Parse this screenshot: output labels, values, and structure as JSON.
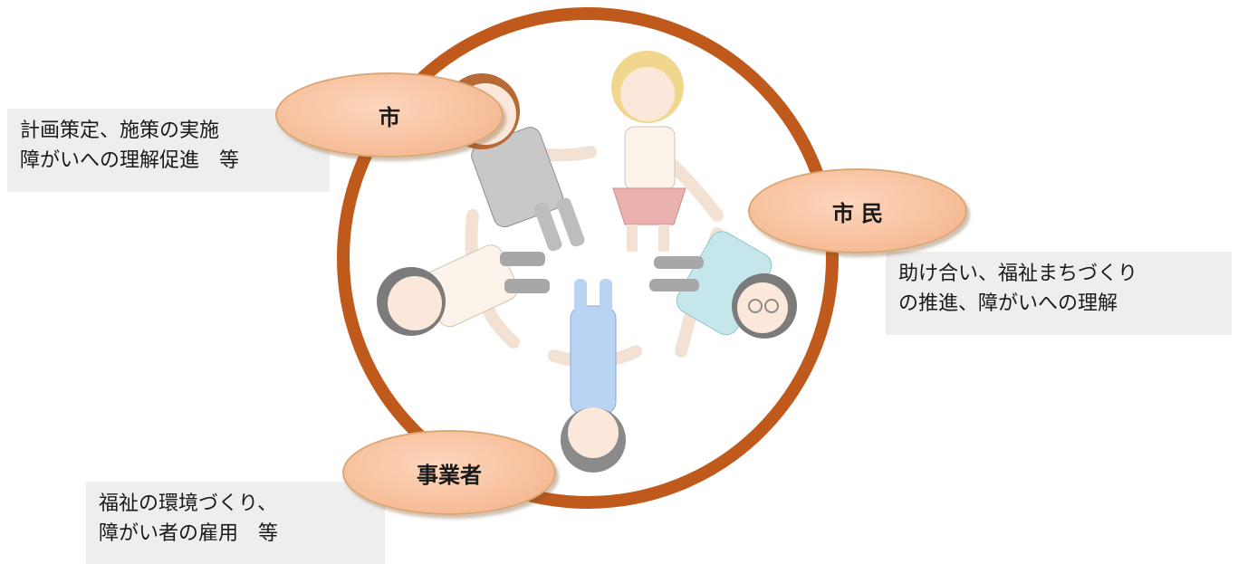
{
  "diagram": {
    "actors": {
      "city": {
        "label": "市",
        "roles": [
          "計画策定、施策の実施",
          "障がいへの理解促進　等"
        ]
      },
      "citizens": {
        "label": "市 民",
        "roles": [
          "助け合い、福祉まちづくり",
          "の推進、障がいへの理解"
        ]
      },
      "businesses": {
        "label": "事業者",
        "roles": [
          "福祉の環境づくり、",
          "障がい者の雇用　等"
        ]
      }
    },
    "colors": {
      "ring": "#c05a1c",
      "oval_fill": "#f6bc97",
      "oval_border": "#d9a874",
      "note_background": "#eeeeee"
    },
    "illustration": "five-children-holding-hands-circle"
  }
}
